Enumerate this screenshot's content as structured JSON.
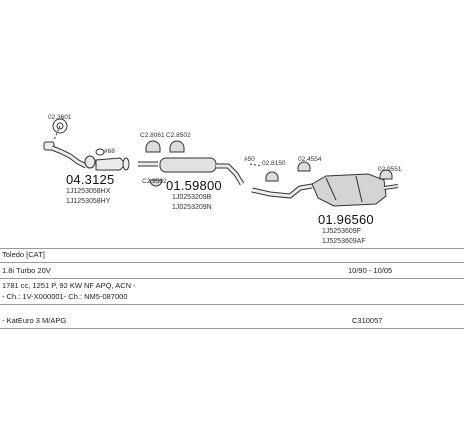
{
  "parts": {
    "front_pipe": {
      "code": "04.3125",
      "refs": [
        "1J1253058HX",
        "1J1253058HY"
      ],
      "clamp": "02.3601"
    },
    "gasket": {
      "label": "#68"
    },
    "middle_silencer": {
      "code": "01.59800",
      "refs": [
        "1J0253209B",
        "1J0253209N"
      ],
      "clamp_a": "C2.8061",
      "clamp_b": "C2.8502",
      "clamp_c": "C2.9502"
    },
    "rear_part_a": {
      "label": "#50"
    },
    "rear_clamp_1": "02.8150",
    "rear_clamp_2": "02.4554",
    "rear_clamp_3": "02.9551",
    "rear_silencer": {
      "code": "01.96560",
      "refs": [
        "1J5253609F",
        "1J5253609AF"
      ]
    }
  },
  "info": {
    "row1": "Toledo  [CAT]",
    "row2_left": "1.8i Turbo 20V",
    "row2_right": "10/90 - 10/05",
    "row3": "1781 cc, 1251 P, 92 KW NF APQ, ACN -",
    "row4": "- Ch.: 1V-X000001- Ch.: NM5-087000",
    "row5_left": "- KatEuro 3 M/APG",
    "row5_right": "C310057"
  },
  "colors": {
    "stroke": "#333333",
    "fill_light": "#e8e8e8",
    "fill_mid": "#cfcfcf",
    "line": "#9a9a9a"
  }
}
